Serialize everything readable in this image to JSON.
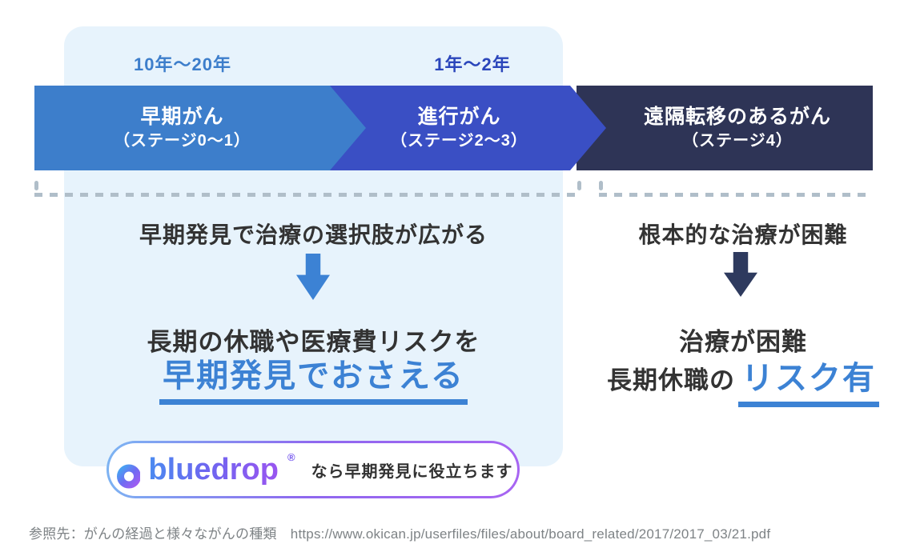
{
  "timeline": {
    "stages": [
      {
        "duration_label": "10年〜20年",
        "title": "早期がん",
        "subtitle": "（ステージ0〜1）",
        "color": "#3d7ecb"
      },
      {
        "duration_label": "1年〜2年",
        "title": "進行がん",
        "subtitle": "（ステージ2〜3）",
        "color": "#3a4fc4"
      },
      {
        "duration_label": "",
        "title": "遠隔転移のあるがん",
        "subtitle": "（ステージ4）",
        "color": "#2e3456"
      }
    ]
  },
  "left_column": {
    "headline": "早期発見で治療の選択肢が広がる",
    "risk_line": "長期の休職や医療費リスクを",
    "emphasis": "早期発見でおさえる"
  },
  "right_column": {
    "headline": "根本的な治療が困難",
    "line1": "治療が困難",
    "line2_prefix": "長期休職の",
    "line2_emphasis": "リスク有"
  },
  "brand_pill": {
    "logo_text": "bluedrop",
    "registered_mark": "®",
    "tagline": "なら早期発見に役立ちます"
  },
  "footer": {
    "citation": "参照先：がんの経過と様々ながんの種類　https://www.okican.jp/userfiles/files/about/board_related/2017/2017_03/21.pdf"
  },
  "colors": {
    "panel_bg": "#e7f3fc",
    "stage1_blue": "#3d7ecb",
    "stage2_royal": "#3a4fc4",
    "stage3_navy": "#2e3456",
    "accent_blue": "#3c82d4",
    "navy_arrow": "#2e3a5e",
    "dash_gray": "#b0bec9",
    "text_dark": "#333333",
    "footer_gray": "#7e8386",
    "brand_gradient_start": "#4a8bf0",
    "brand_gradient_end": "#9a55f0"
  }
}
